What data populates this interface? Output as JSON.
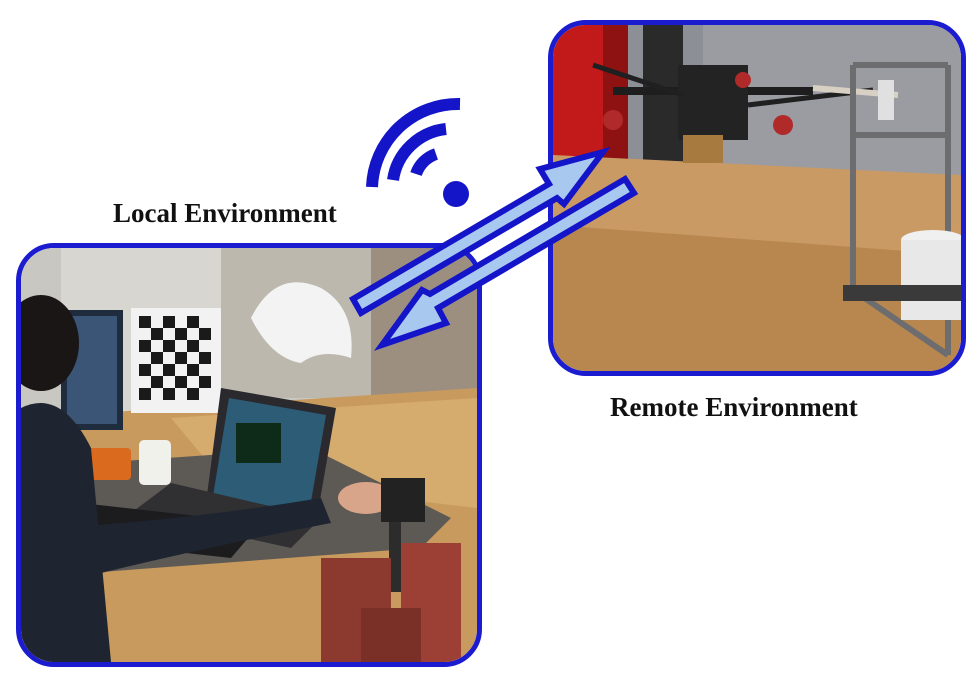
{
  "local": {
    "caption": "Local Environment",
    "image_icon": "operator-at-haptic-device-photo-icon"
  },
  "remote": {
    "caption": "Remote Environment",
    "image_icon": "drone-in-test-rig-photo-icon"
  },
  "wireless_icon": "wifi-icon",
  "arrows": [
    "uplink-arrow",
    "downlink-arrow"
  ],
  "colors": {
    "frame": "#1b1bd0",
    "arrow_fill": "#a9c8f0",
    "arrow_stroke": "#1414c8",
    "wifi": "#1414c8"
  }
}
